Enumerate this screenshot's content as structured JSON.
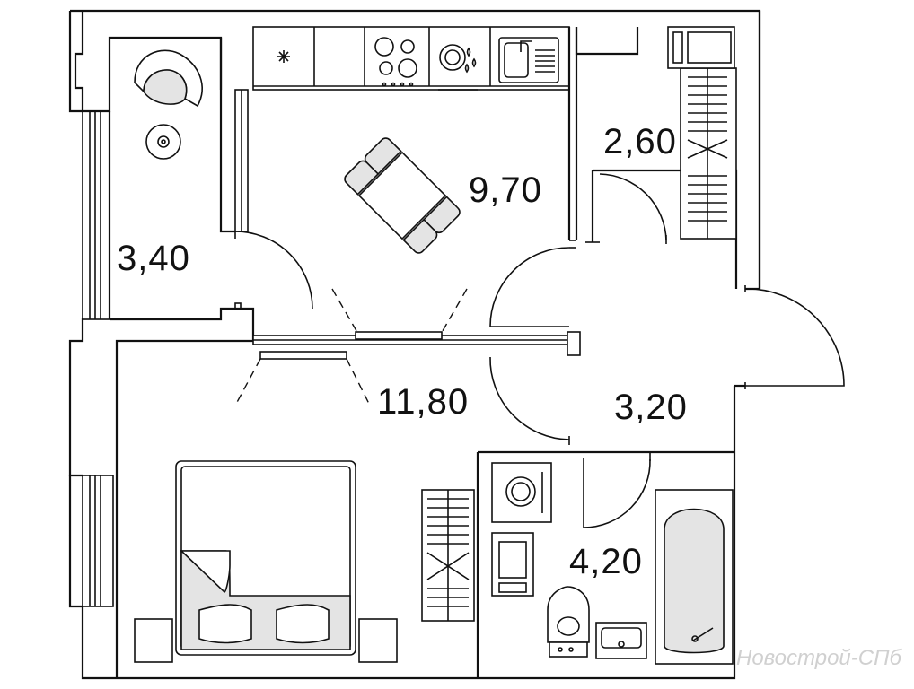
{
  "floor_plan": {
    "rooms": [
      {
        "id": "balcony",
        "area": "3,40"
      },
      {
        "id": "kitchen",
        "area": "9,70"
      },
      {
        "id": "storage",
        "area": "2,60"
      },
      {
        "id": "bedroom",
        "area": "11,80"
      },
      {
        "id": "hallway",
        "area": "3,20"
      },
      {
        "id": "bathroom",
        "area": "4,20"
      }
    ],
    "watermark": "Новострой-СПб"
  }
}
